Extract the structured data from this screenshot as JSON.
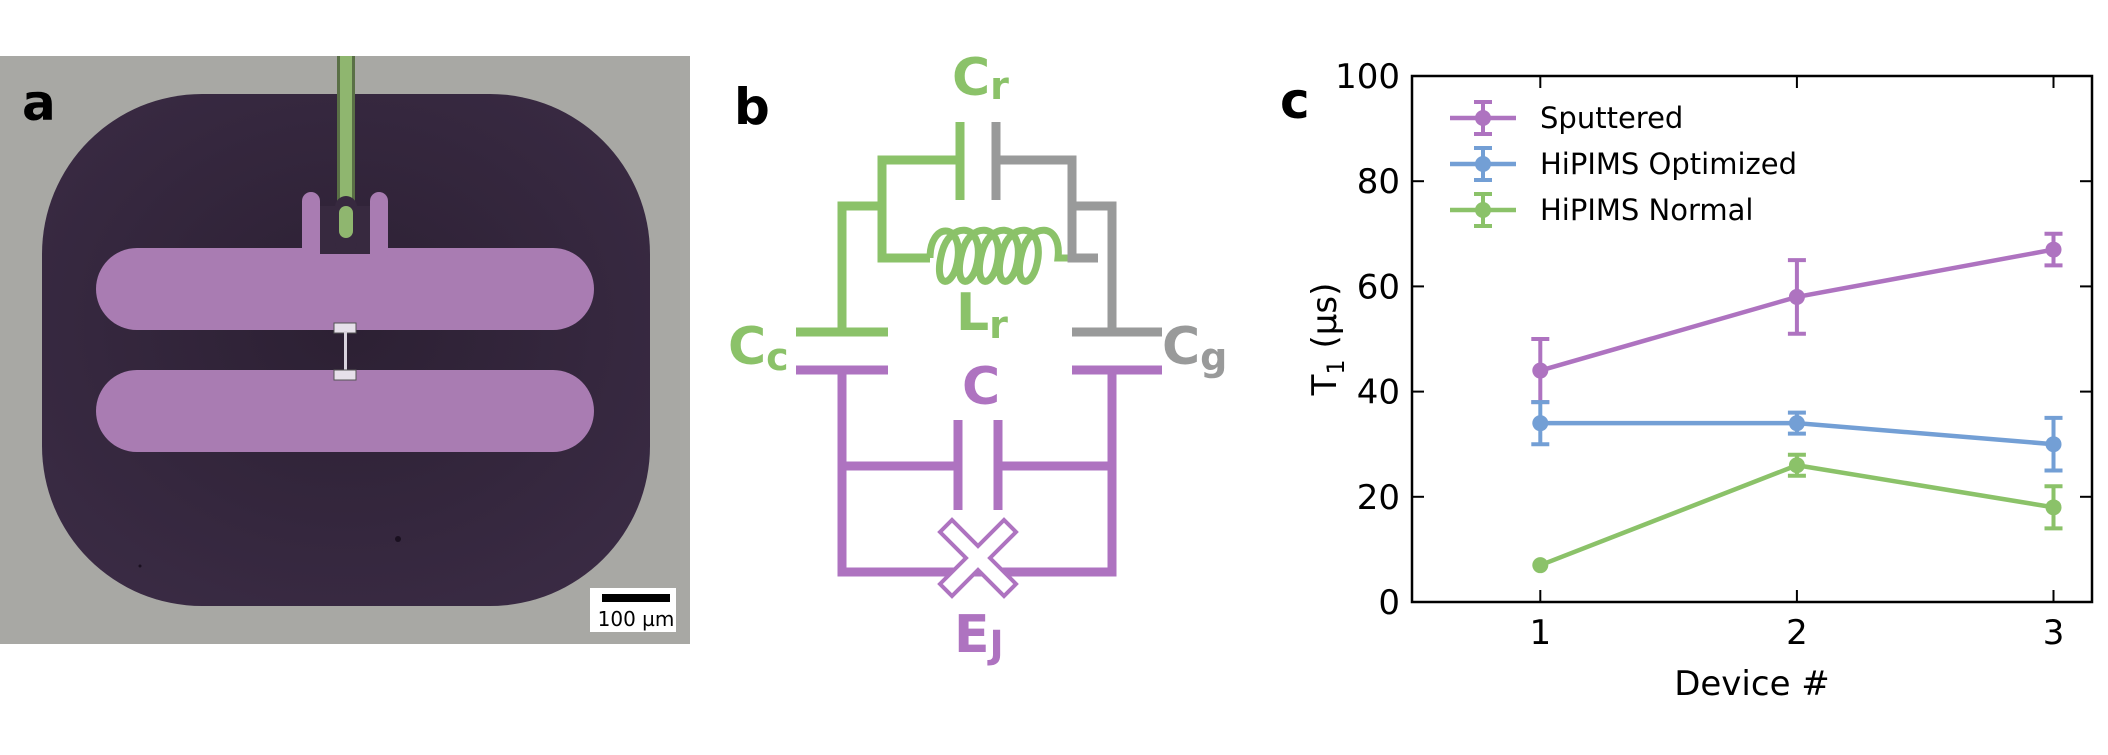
{
  "panels": {
    "a": {
      "label": "a",
      "scale_bar_label": "100 µm",
      "colors": {
        "background": "#a8a8a4",
        "substrate": "#37293f",
        "pads": "#a97cb2",
        "feedline": "#8fb66f"
      }
    },
    "b": {
      "label": "b",
      "components": {
        "cr": {
          "main": "C",
          "sub": "r"
        },
        "lr": {
          "main": "L",
          "sub": "r"
        },
        "cc": {
          "main": "C",
          "sub": "c"
        },
        "cg": {
          "main": "C",
          "sub": "g"
        },
        "c": {
          "main": "C",
          "sub": ""
        },
        "ej": {
          "main": "E",
          "sub": "J"
        }
      },
      "colors": {
        "green": "#8bc269",
        "gray": "#999a9a",
        "purple": "#ae73c0"
      }
    },
    "c": {
      "label": "c"
    }
  },
  "chart_data": {
    "type": "line",
    "x": [
      1,
      2,
      3
    ],
    "xticks": [
      1,
      2,
      3
    ],
    "yticks": [
      0,
      20,
      40,
      60,
      80,
      100
    ],
    "xlim": [
      0.5,
      3.15
    ],
    "ylim": [
      0,
      100
    ],
    "xlabel": "Device #",
    "ylabel": {
      "main": "T",
      "sub": "1",
      "rest": " (μs)"
    },
    "legend_position": "top-left",
    "series": [
      {
        "name": "Sputtered",
        "color": "#ae73c0",
        "values": [
          44,
          58,
          67
        ],
        "errors": [
          6,
          7,
          3
        ]
      },
      {
        "name": "HiPIMS Optimized",
        "color": "#739fd5",
        "values": [
          34,
          34,
          30
        ],
        "errors": [
          4,
          2,
          5
        ]
      },
      {
        "name": "HiPIMS Normal",
        "color": "#8bc269",
        "values": [
          7,
          26,
          18
        ],
        "errors": [
          0.5,
          2,
          4
        ]
      }
    ]
  }
}
